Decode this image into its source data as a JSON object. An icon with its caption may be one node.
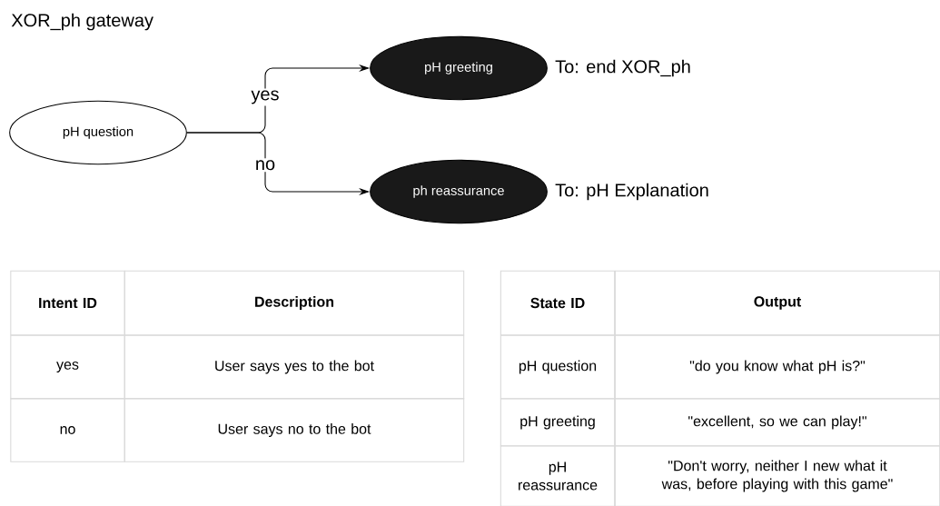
{
  "diagram": {
    "title": "XOR_ph gateway",
    "nodes": [
      {
        "text": [
          "pH question"
        ]
      },
      {
        "text": [
          "pH greeting"
        ],
        "beside": [
          "To: end XOR_ph"
        ]
      },
      {
        "text": [
          "ph reassurance"
        ],
        "beside": [
          "To: pH Explanation"
        ]
      }
    ],
    "edges": [
      {
        "from": 0,
        "to": 1,
        "arrow": "to",
        "label": "yes"
      },
      {
        "from": 0,
        "to": 2,
        "arrow": "to",
        "label": "no"
      }
    ],
    "labels": [
      "Intent ID",
      "Description",
      "yes",
      "User says yes to the bot",
      "no",
      "User says no to the bot",
      "State ID",
      "Output",
      "pH question",
      "\"do you know what pH is?\"",
      "pH greeting",
      "\"excellent, so we can play!\"",
      "pH reassurance",
      "\"Don't worry, neither I new what it was, before playing with this game\""
    ]
  }
}
